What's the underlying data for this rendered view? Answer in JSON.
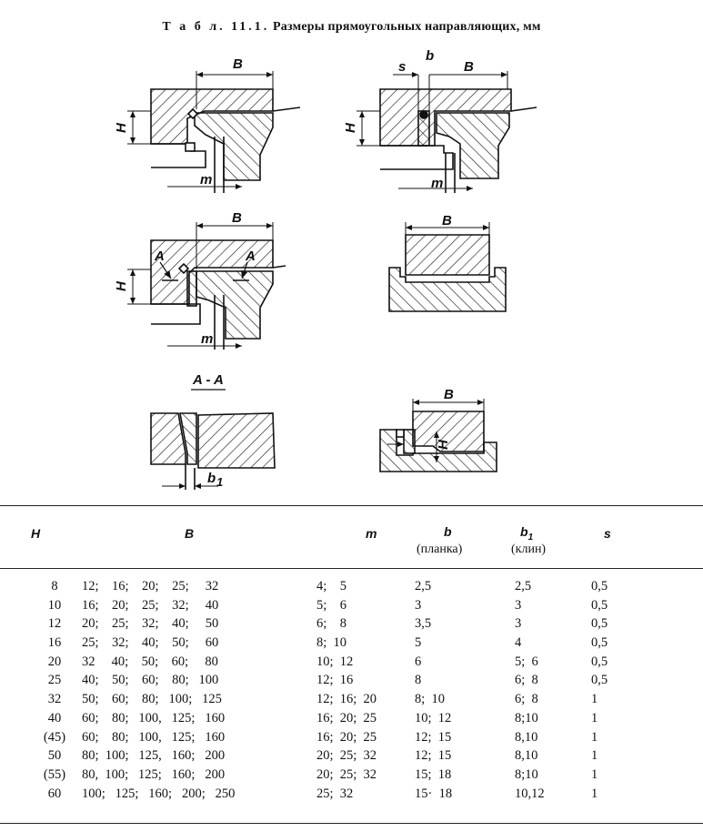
{
  "title": {
    "prefix": "Т а б л. 11.1.",
    "text": "Размеры прямоугольных направляющих, мм"
  },
  "figure_labels": {
    "B": "B",
    "H": "H",
    "m": "m",
    "s": "s",
    "b": "b",
    "A": "A",
    "section": "A - A",
    "b1": "b",
    "b1_sub": "1"
  },
  "table": {
    "headers": {
      "H": "H",
      "B": "B",
      "m": "m",
      "b": "b",
      "b_sub": "(планка)",
      "b1": "b",
      "b1_index": "1",
      "b1_sub": "(клин)",
      "s": "s"
    },
    "rows": [
      {
        "H": "8",
        "B": "12;    16;    20;    25;     32",
        "m": "4;    5",
        "b": "2,5",
        "b1": "2,5",
        "s": "0,5"
      },
      {
        "H": "10",
        "B": "16;    20;    25;    32;     40",
        "m": "5;    6",
        "b": "3",
        "b1": "3",
        "s": "0,5"
      },
      {
        "H": "12",
        "B": "20;    25;    32;    40;     50",
        "m": "6;    8",
        "b": "3,5",
        "b1": "3",
        "s": "0,5"
      },
      {
        "H": "16",
        "B": "25;    32;    40;    50;     60",
        "m": "8;  10",
        "b": "5",
        "b1": "4",
        "s": "0,5"
      },
      {
        "H": "20",
        "B": "32     40;    50;    60;     80",
        "m": "10;  12",
        "b": "6",
        "b1": "5;  6",
        "s": "0,5"
      },
      {
        "H": "25",
        "B": "40;    50;    60;    80;   100",
        "m": "12;  16",
        "b": "8",
        "b1": "6;  8",
        "s": "0,5"
      },
      {
        "H": "32",
        "B": "50;    60;    80;   100;   125",
        "m": "12;  16;  20",
        "b": "8;  10",
        "b1": "6;  8",
        "s": "1"
      },
      {
        "H": "40",
        "B": "60;    80;   100,   125;   160",
        "m": "16;  20;  25",
        "b": "10;  12",
        "b1": "8;10",
        "s": "1"
      },
      {
        "H": "(45)",
        "B": "60;    80;   100,   125;   160",
        "m": "16;  20;  25",
        "b": "12;  15",
        "b1": "8,10",
        "s": "1"
      },
      {
        "H": "50",
        "B": "80;  100;   125,   160;   200",
        "m": "20;  25;  32",
        "b": "12;  15",
        "b1": "8,10",
        "s": "1"
      },
      {
        "H": "(55)",
        "B": "80,  100;   125;   160;   200",
        "m": "20;  25;  32",
        "b": "15;  18",
        "b1": "8;10",
        "s": "1"
      },
      {
        "H": "60",
        "B": "100;   125;   160;   200;   250",
        "m": "25;  32",
        "b": "15·  18",
        "b1": "10,12",
        "s": "1"
      }
    ]
  }
}
